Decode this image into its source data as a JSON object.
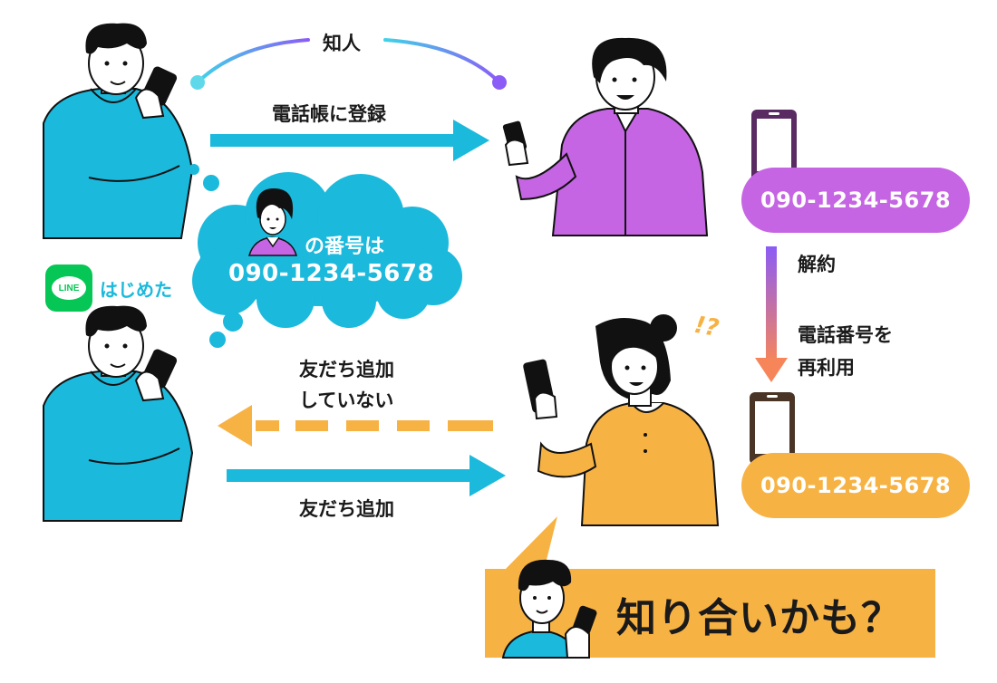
{
  "relation_label": "知人",
  "register_label": "電話帳に登録",
  "thought": {
    "line1": "の番号は",
    "number": "090-1234-5678"
  },
  "line_app": {
    "logo_text": "LINE",
    "caption": "はじめた"
  },
  "not_added_label": {
    "line1": "友だち追加",
    "line2": "していない"
  },
  "added_label": "友だち追加",
  "old_phone_number": "090-1234-5678",
  "new_phone_number": "090-1234-5678",
  "cancel_label": "解約",
  "reuse_label": {
    "line1": "電話番号を",
    "line2": "再利用"
  },
  "surprise_mark": "!?",
  "callout_text": "知り合いかも？",
  "colors": {
    "cyan": "#1bb9dc",
    "purple": "#c565e3",
    "orange": "#f7b244",
    "line_green": "#06c755",
    "arrow_orange": "#f7b244"
  }
}
